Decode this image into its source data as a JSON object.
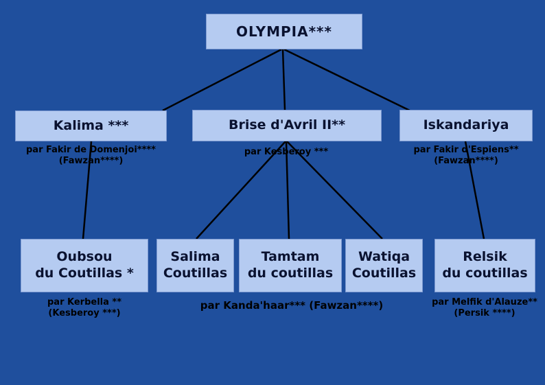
{
  "colors": {
    "background": "#1f4f9d",
    "box_fill": "#b5cbf1",
    "box_text": "#0a1230",
    "caption_text": "#000000",
    "connector": "#000000"
  },
  "tree": {
    "root": {
      "label": "OLYMPIA***"
    },
    "gen2": [
      {
        "label": "Kalima ***",
        "caption_line1": "par Fakir de Domenjoi****",
        "caption_line2": "(Fawzan****)"
      },
      {
        "label": "Brise d'Avril II**",
        "caption_line1": "par Kesberoy ***"
      },
      {
        "label": "Iskandariya",
        "caption_line1": "par Fakir d'Espiens**",
        "caption_line2": "(Fawzan****)"
      }
    ],
    "gen3": [
      {
        "line1": "Oubsou",
        "line2": "du Coutillas *",
        "caption_line1": "par Kerbella **",
        "caption_line2": "(Kesberoy ***)"
      },
      {
        "line1": "Salima",
        "line2": "Coutillas"
      },
      {
        "line1": "Tamtam",
        "line2": "du coutillas"
      },
      {
        "line1": "Watiqa",
        "line2": "Coutillas"
      },
      {
        "line1": "Relsik",
        "line2": "du coutillas",
        "caption_line1": "par Melfik d'Alauze**",
        "caption_line2": "(Persik ****)"
      }
    ],
    "group_caption": "par Kanda'haar*** (Fawzan****)"
  }
}
